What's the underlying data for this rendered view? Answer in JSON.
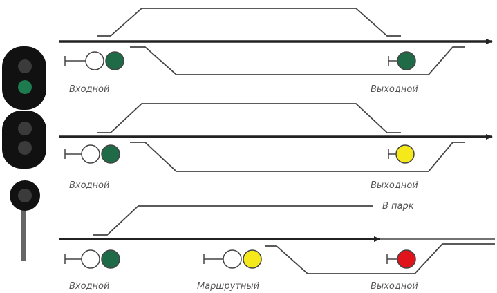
{
  "schemes": [
    {
      "id": "scheme-1",
      "labels": {
        "entry": "Входной",
        "exit": "Выходной"
      },
      "signals": {
        "entry": [
          "off",
          "green"
        ],
        "exit": [
          "green"
        ]
      }
    },
    {
      "id": "scheme-2",
      "labels": {
        "entry": "Входной",
        "exit": "Выходной"
      },
      "signals": {
        "entry": [
          "off",
          "green"
        ],
        "exit": [
          "yellow"
        ]
      }
    },
    {
      "id": "scheme-3",
      "labels": {
        "entry": "Входной",
        "route": "Маршрутный",
        "exit": "Выходной",
        "park": "В парк"
      },
      "signals": {
        "entry": [
          "off",
          "green"
        ],
        "route": [
          "off",
          "yellow"
        ],
        "exit": [
          "red"
        ]
      }
    }
  ],
  "mast": {
    "head_top": [
      "off",
      "green"
    ],
    "head_mid": [
      "off",
      "off"
    ],
    "head_bottom": [
      "off"
    ]
  },
  "colors": {
    "green": "#1f6b47",
    "yellow": "#f5e81b",
    "red": "#e2141b",
    "off": "#ffffff",
    "mast_off": "#3b3b3b",
    "mast_green": "#1e7a4f",
    "track": "#222222",
    "line": "#444444"
  }
}
